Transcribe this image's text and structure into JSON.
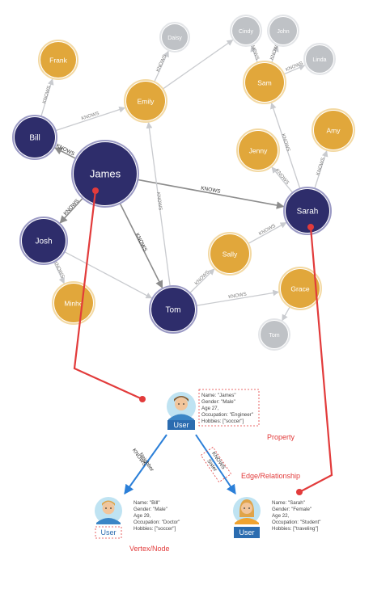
{
  "colors": {
    "dark_node": "#2e2d6b",
    "gold_node": "#e1a73b",
    "grey_node": "#bfc2c6",
    "edge": "#c9cbcf",
    "edge_dark": "#8c8c8c",
    "highlight": "#e23b3b",
    "blue_arrow": "#2b7fd8"
  },
  "nodes": [
    {
      "id": "frank",
      "label": "Frank",
      "kind": "gold"
    },
    {
      "id": "bill",
      "label": "Bill",
      "kind": "dark"
    },
    {
      "id": "emily",
      "label": "Emily",
      "kind": "gold"
    },
    {
      "id": "daisy",
      "label": "Daisy",
      "kind": "grey"
    },
    {
      "id": "cindy",
      "label": "Cindy",
      "kind": "grey"
    },
    {
      "id": "john",
      "label": "John",
      "kind": "grey"
    },
    {
      "id": "linda",
      "label": "Linda",
      "kind": "grey"
    },
    {
      "id": "sam",
      "label": "Sam",
      "kind": "gold"
    },
    {
      "id": "amy",
      "label": "Amy",
      "kind": "gold"
    },
    {
      "id": "jenny",
      "label": "Jenny",
      "kind": "gold"
    },
    {
      "id": "james",
      "label": "James",
      "kind": "dark-large"
    },
    {
      "id": "sarah",
      "label": "Sarah",
      "kind": "dark"
    },
    {
      "id": "josh",
      "label": "Josh",
      "kind": "dark"
    },
    {
      "id": "sally",
      "label": "Sally",
      "kind": "gold"
    },
    {
      "id": "minho",
      "label": "Minho",
      "kind": "gold"
    },
    {
      "id": "tom",
      "label": "Tom",
      "kind": "dark"
    },
    {
      "id": "grace",
      "label": "Grace",
      "kind": "gold"
    },
    {
      "id": "tom2",
      "label": "Tom",
      "kind": "grey"
    }
  ],
  "edges": [
    {
      "from": "bill",
      "to": "frank",
      "label": "KNOWS",
      "style": "light"
    },
    {
      "from": "bill",
      "to": "emily",
      "label": "KNOWS",
      "style": "light"
    },
    {
      "from": "james",
      "to": "bill",
      "label": "KNOWS",
      "style": "dark"
    },
    {
      "from": "emily",
      "to": "daisy",
      "label": "KNOWS",
      "style": "light"
    },
    {
      "from": "emily",
      "to": "cindy",
      "label": "",
      "style": "light"
    },
    {
      "from": "sam",
      "to": "cindy",
      "label": "KNOWS",
      "style": "light"
    },
    {
      "from": "sam",
      "to": "john",
      "label": "KNOWS",
      "style": "light"
    },
    {
      "from": "sam",
      "to": "linda",
      "label": "KNOWS",
      "style": "light"
    },
    {
      "from": "sarah",
      "to": "sam",
      "label": "KNOWS",
      "style": "light"
    },
    {
      "from": "sarah",
      "to": "amy",
      "label": "KNOWS",
      "style": "light"
    },
    {
      "from": "sarah",
      "to": "jenny",
      "label": "KNOWS",
      "style": "light"
    },
    {
      "from": "james",
      "to": "sarah",
      "label": "KNOWS",
      "style": "dark"
    },
    {
      "from": "james",
      "to": "josh",
      "label": "KNOWS",
      "style": "dark"
    },
    {
      "from": "james",
      "to": "tom",
      "label": "KNOWS",
      "style": "dark"
    },
    {
      "from": "tom",
      "to": "emily",
      "label": "KNOWS",
      "style": "light"
    },
    {
      "from": "tom",
      "to": "sally",
      "label": "KNOWS",
      "style": "light"
    },
    {
      "from": "sally",
      "to": "sarah",
      "label": "KNOWS",
      "style": "light"
    },
    {
      "from": "josh",
      "to": "minho",
      "label": "KNOWS",
      "style": "light"
    },
    {
      "from": "josh",
      "to": "tom",
      "label": "",
      "style": "light"
    },
    {
      "from": "tom",
      "to": "grace",
      "label": "KNOWS",
      "style": "light"
    },
    {
      "from": "grace",
      "to": "tom2",
      "label": "",
      "style": "light"
    }
  ],
  "schema": {
    "top_user": {
      "badge": "User",
      "properties": [
        "Name: \"James\"",
        "Gender: \"Male\"",
        "Age 27,",
        "Occupation: \"Engineer\"",
        "Hobbies: [\"soccer\"]"
      ]
    },
    "left_user": {
      "badge": "User",
      "properties": [
        "Name: \"Bill\"",
        "Gender: \"Male\"",
        "Age 29,",
        "Occupation: \"Doctor\"",
        "Hobbies: [\"soccer\"]"
      ]
    },
    "right_user": {
      "badge": "User",
      "properties": [
        "Name: \"Sarah\"",
        "Gender: \"Female\"",
        "Age 22,",
        "Occupation: \"Student\"",
        "Hobbies: [\"traveling\"]"
      ]
    },
    "left_edge": {
      "type": "KNOWS",
      "sub": "Neighbor"
    },
    "right_edge": {
      "type": "KNOWS",
      "sub": "Sister"
    },
    "annotations": {
      "property": "Property",
      "edge": "Edge/Relationship",
      "vertex": "Vertex/Node"
    }
  }
}
